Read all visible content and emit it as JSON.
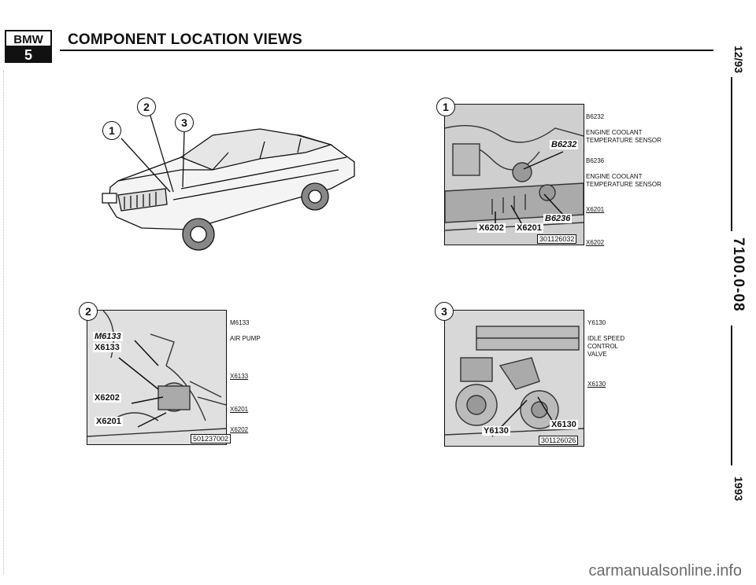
{
  "header": {
    "logo_top": "BMW",
    "logo_bottom": "5",
    "title": "COMPONENT LOCATION VIEWS"
  },
  "side": {
    "date": "12/93",
    "doc_number": "7100.0-08",
    "year": "1993"
  },
  "car_figure": {
    "callouts": [
      "1",
      "2",
      "3"
    ]
  },
  "view1": {
    "callout": "1",
    "ref": "301126032",
    "labels": [
      "B6232",
      "B6236",
      "X6202",
      "X6201"
    ],
    "legend": [
      {
        "code": "B6232",
        "desc": "ENGINE COOLANT TEMPERATURE SENSOR"
      },
      {
        "code": "B6236",
        "desc": "ENGINE COOLANT TEMPERATURE SENSOR"
      },
      {
        "code": "X6201",
        "desc": ""
      },
      {
        "code": "X6202",
        "desc": ""
      }
    ]
  },
  "view2": {
    "callout": "2",
    "ref": "501237002",
    "labels": [
      "M6133",
      "X6133",
      "X6202",
      "X6201"
    ],
    "legend": [
      {
        "code": "M6133",
        "desc": "AIR PUMP"
      },
      {
        "code": "X6133",
        "desc": ""
      },
      {
        "code": "X6201",
        "desc": ""
      },
      {
        "code": "X6202",
        "desc": ""
      }
    ]
  },
  "view3": {
    "callout": "3",
    "ref": "301126026",
    "labels": [
      "X6130",
      "Y6130"
    ],
    "legend": [
      {
        "code": "Y6130",
        "desc": "IDLE SPEED CONTROL VALVE"
      },
      {
        "code": "X6130",
        "desc": ""
      }
    ]
  },
  "watermark": "carmanualsonline.info"
}
